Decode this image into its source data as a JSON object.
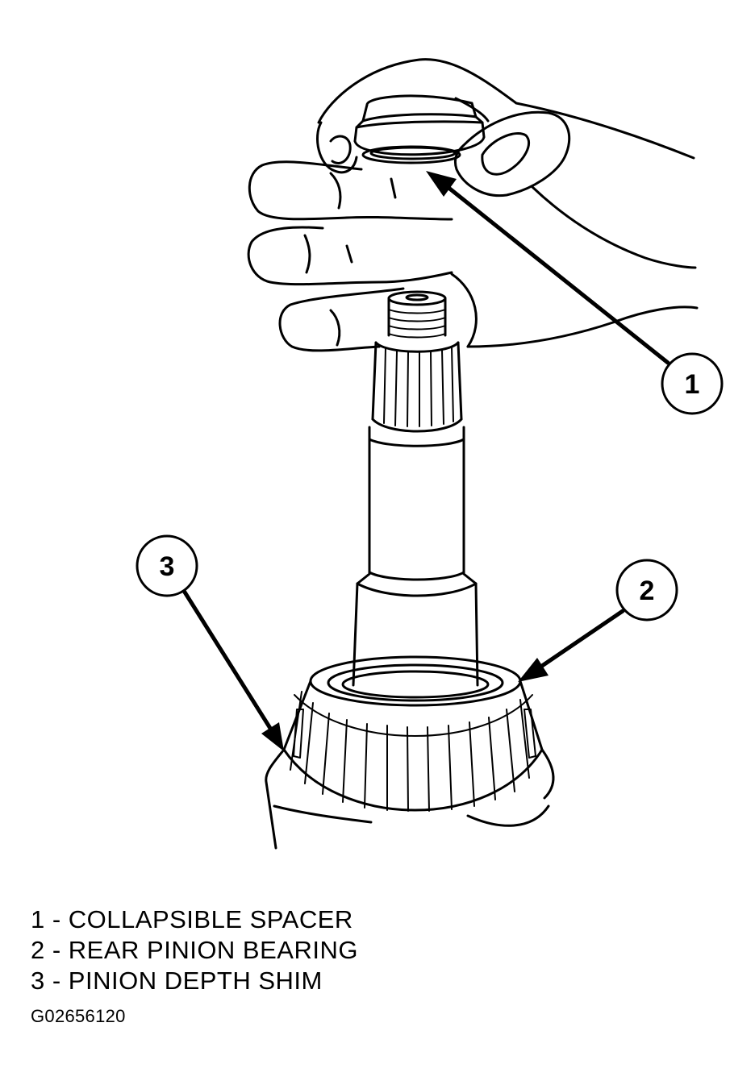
{
  "callouts": [
    {
      "number": "1",
      "label": "1 - COLLAPSIBLE SPACER"
    },
    {
      "number": "2",
      "label": "2 - REAR PINION BEARING"
    },
    {
      "number": "3",
      "label": "3 - PINION DEPTH SHIM"
    }
  ],
  "figure_id": "G02656120"
}
